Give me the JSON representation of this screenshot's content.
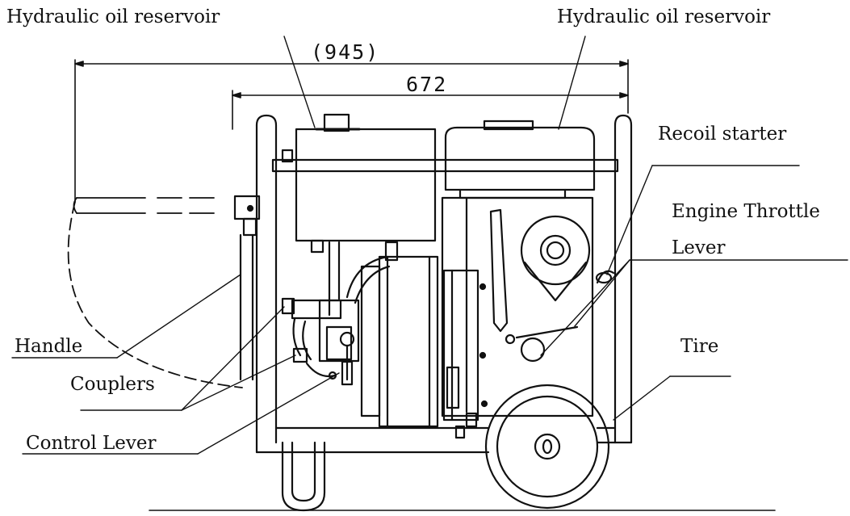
{
  "labels": {
    "reservoir_left": "Hydraulic oil reservoir",
    "reservoir_right": "Hydraulic oil reservoir",
    "recoil_starter": "Recoil starter",
    "engine_throttle": "Engine Throttle",
    "throttle_lever": "Lever",
    "handle": "Handle",
    "couplers": "Couplers",
    "control_lever": "Control Lever",
    "tire": "Tire"
  },
  "dimensions": {
    "overall": "(945)",
    "frame": "672"
  },
  "colors": {
    "ink": "#111111",
    "background": "#ffffff"
  }
}
